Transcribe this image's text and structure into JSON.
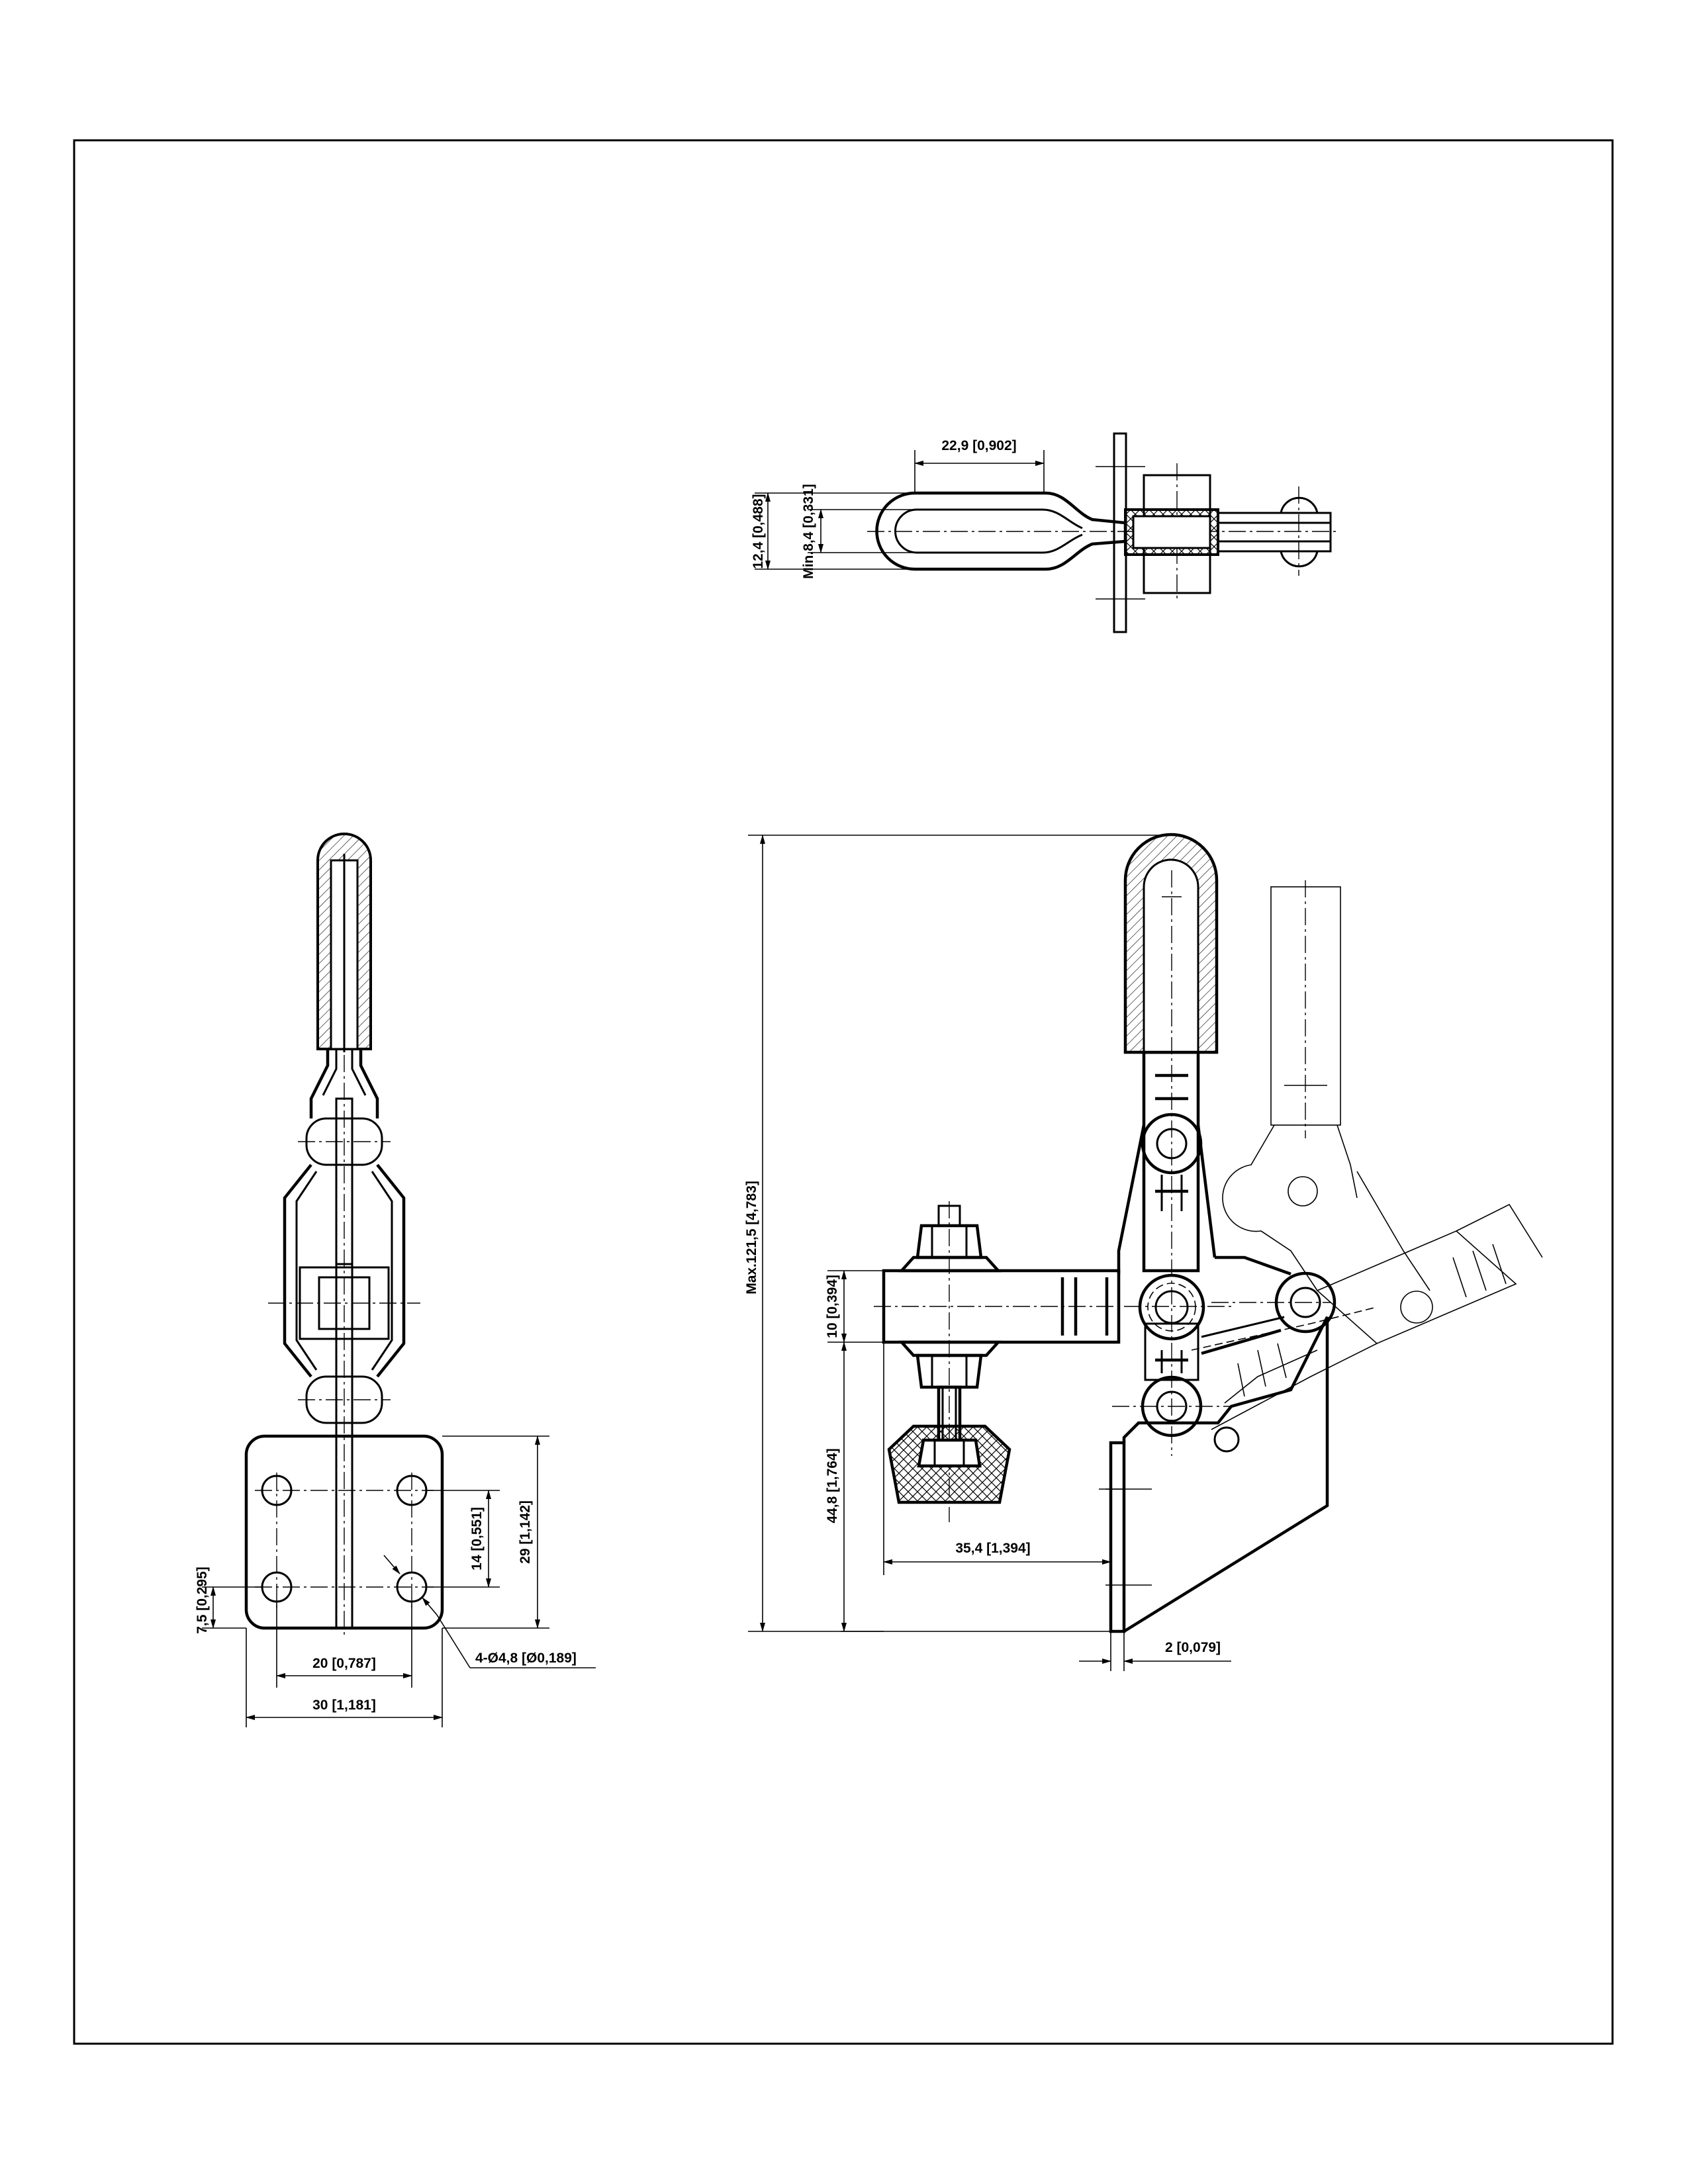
{
  "drawing": {
    "top_view": {
      "dim_width": "22,9 [0,902]",
      "dim_height": "12,4 [0,488]",
      "dim_min": "Min.8,4 [0,331]"
    },
    "front_view": {
      "dim_tilt": "7,5 [0,295]",
      "dim_hole_spacing_x": "20 [0,787]",
      "dim_width": "30 [1,181]",
      "dim_hole_spacing_y": "14 [0,551]",
      "dim_height": "29 [1,142]",
      "dim_holes": "4-Ø4,8 [Ø0,189]"
    },
    "side_view": {
      "dim_max_height": "Max.121,5 [4,783]",
      "dim_arm_thickness": "10 [0,394]",
      "dim_spindle_height": "44,8 [1,764]",
      "dim_reach": "35,4 [1,394]",
      "dim_base_thickness": "2 [0,079]"
    }
  }
}
